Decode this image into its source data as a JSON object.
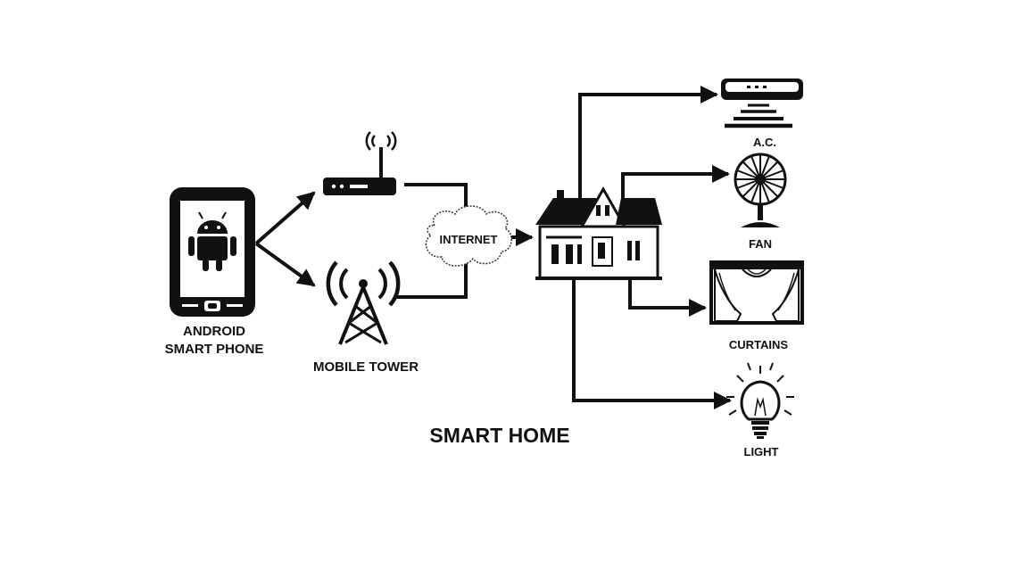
{
  "labels": {
    "phone_line1": "ANDROID",
    "phone_line2": "SMART PHONE",
    "tower": "MOBILE TOWER",
    "internet": "INTERNET",
    "title": "SMART HOME",
    "ac": "A.C.",
    "fan": "FAN",
    "curtains": "CURTAINS",
    "light": "LIGHT"
  },
  "colors": {
    "ink": "#111111",
    "background": "#ffffff"
  },
  "icons": [
    "android-phone-icon",
    "wifi-router-icon",
    "mobile-tower-icon",
    "cloud-icon",
    "house-icon",
    "air-conditioner-icon",
    "fan-icon",
    "curtains-icon",
    "light-bulb-icon"
  ]
}
